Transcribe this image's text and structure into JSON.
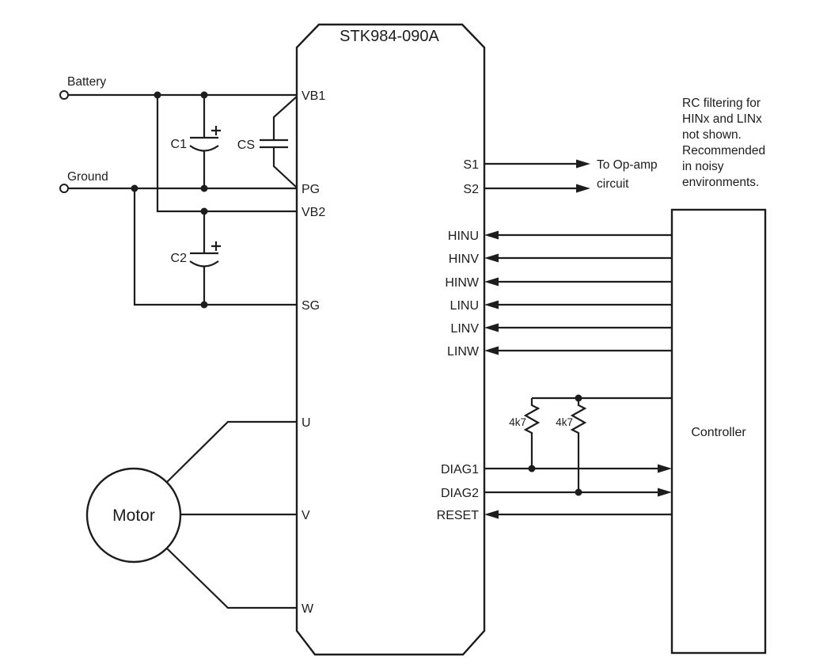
{
  "title": "STK984-090A",
  "terminals": {
    "battery": "Battery",
    "ground": "Ground"
  },
  "capacitors": {
    "c1": "C1",
    "c2": "C2",
    "cs": "CS"
  },
  "ic_left_pins": [
    "VB1",
    "PG",
    "VB2",
    "SG",
    "U",
    "V",
    "W"
  ],
  "ic_right_pins": [
    "S1",
    "S2",
    "HINU",
    "HINV",
    "HINW",
    "LINU",
    "LINV",
    "LINW",
    "DIAG1",
    "DIAG2",
    "RESET"
  ],
  "resistors": [
    "4k7",
    "4k7"
  ],
  "motor_label": "Motor",
  "controller_label": "Controller",
  "opamp_note": [
    "To Op-amp",
    "circuit"
  ],
  "rc_note": [
    "RC filtering for",
    "HINx and LINx",
    "not shown.",
    "Recommended",
    "in noisy",
    "environments."
  ],
  "colors": {
    "line": "#1d1d1d",
    "background": "#ffffff"
  }
}
